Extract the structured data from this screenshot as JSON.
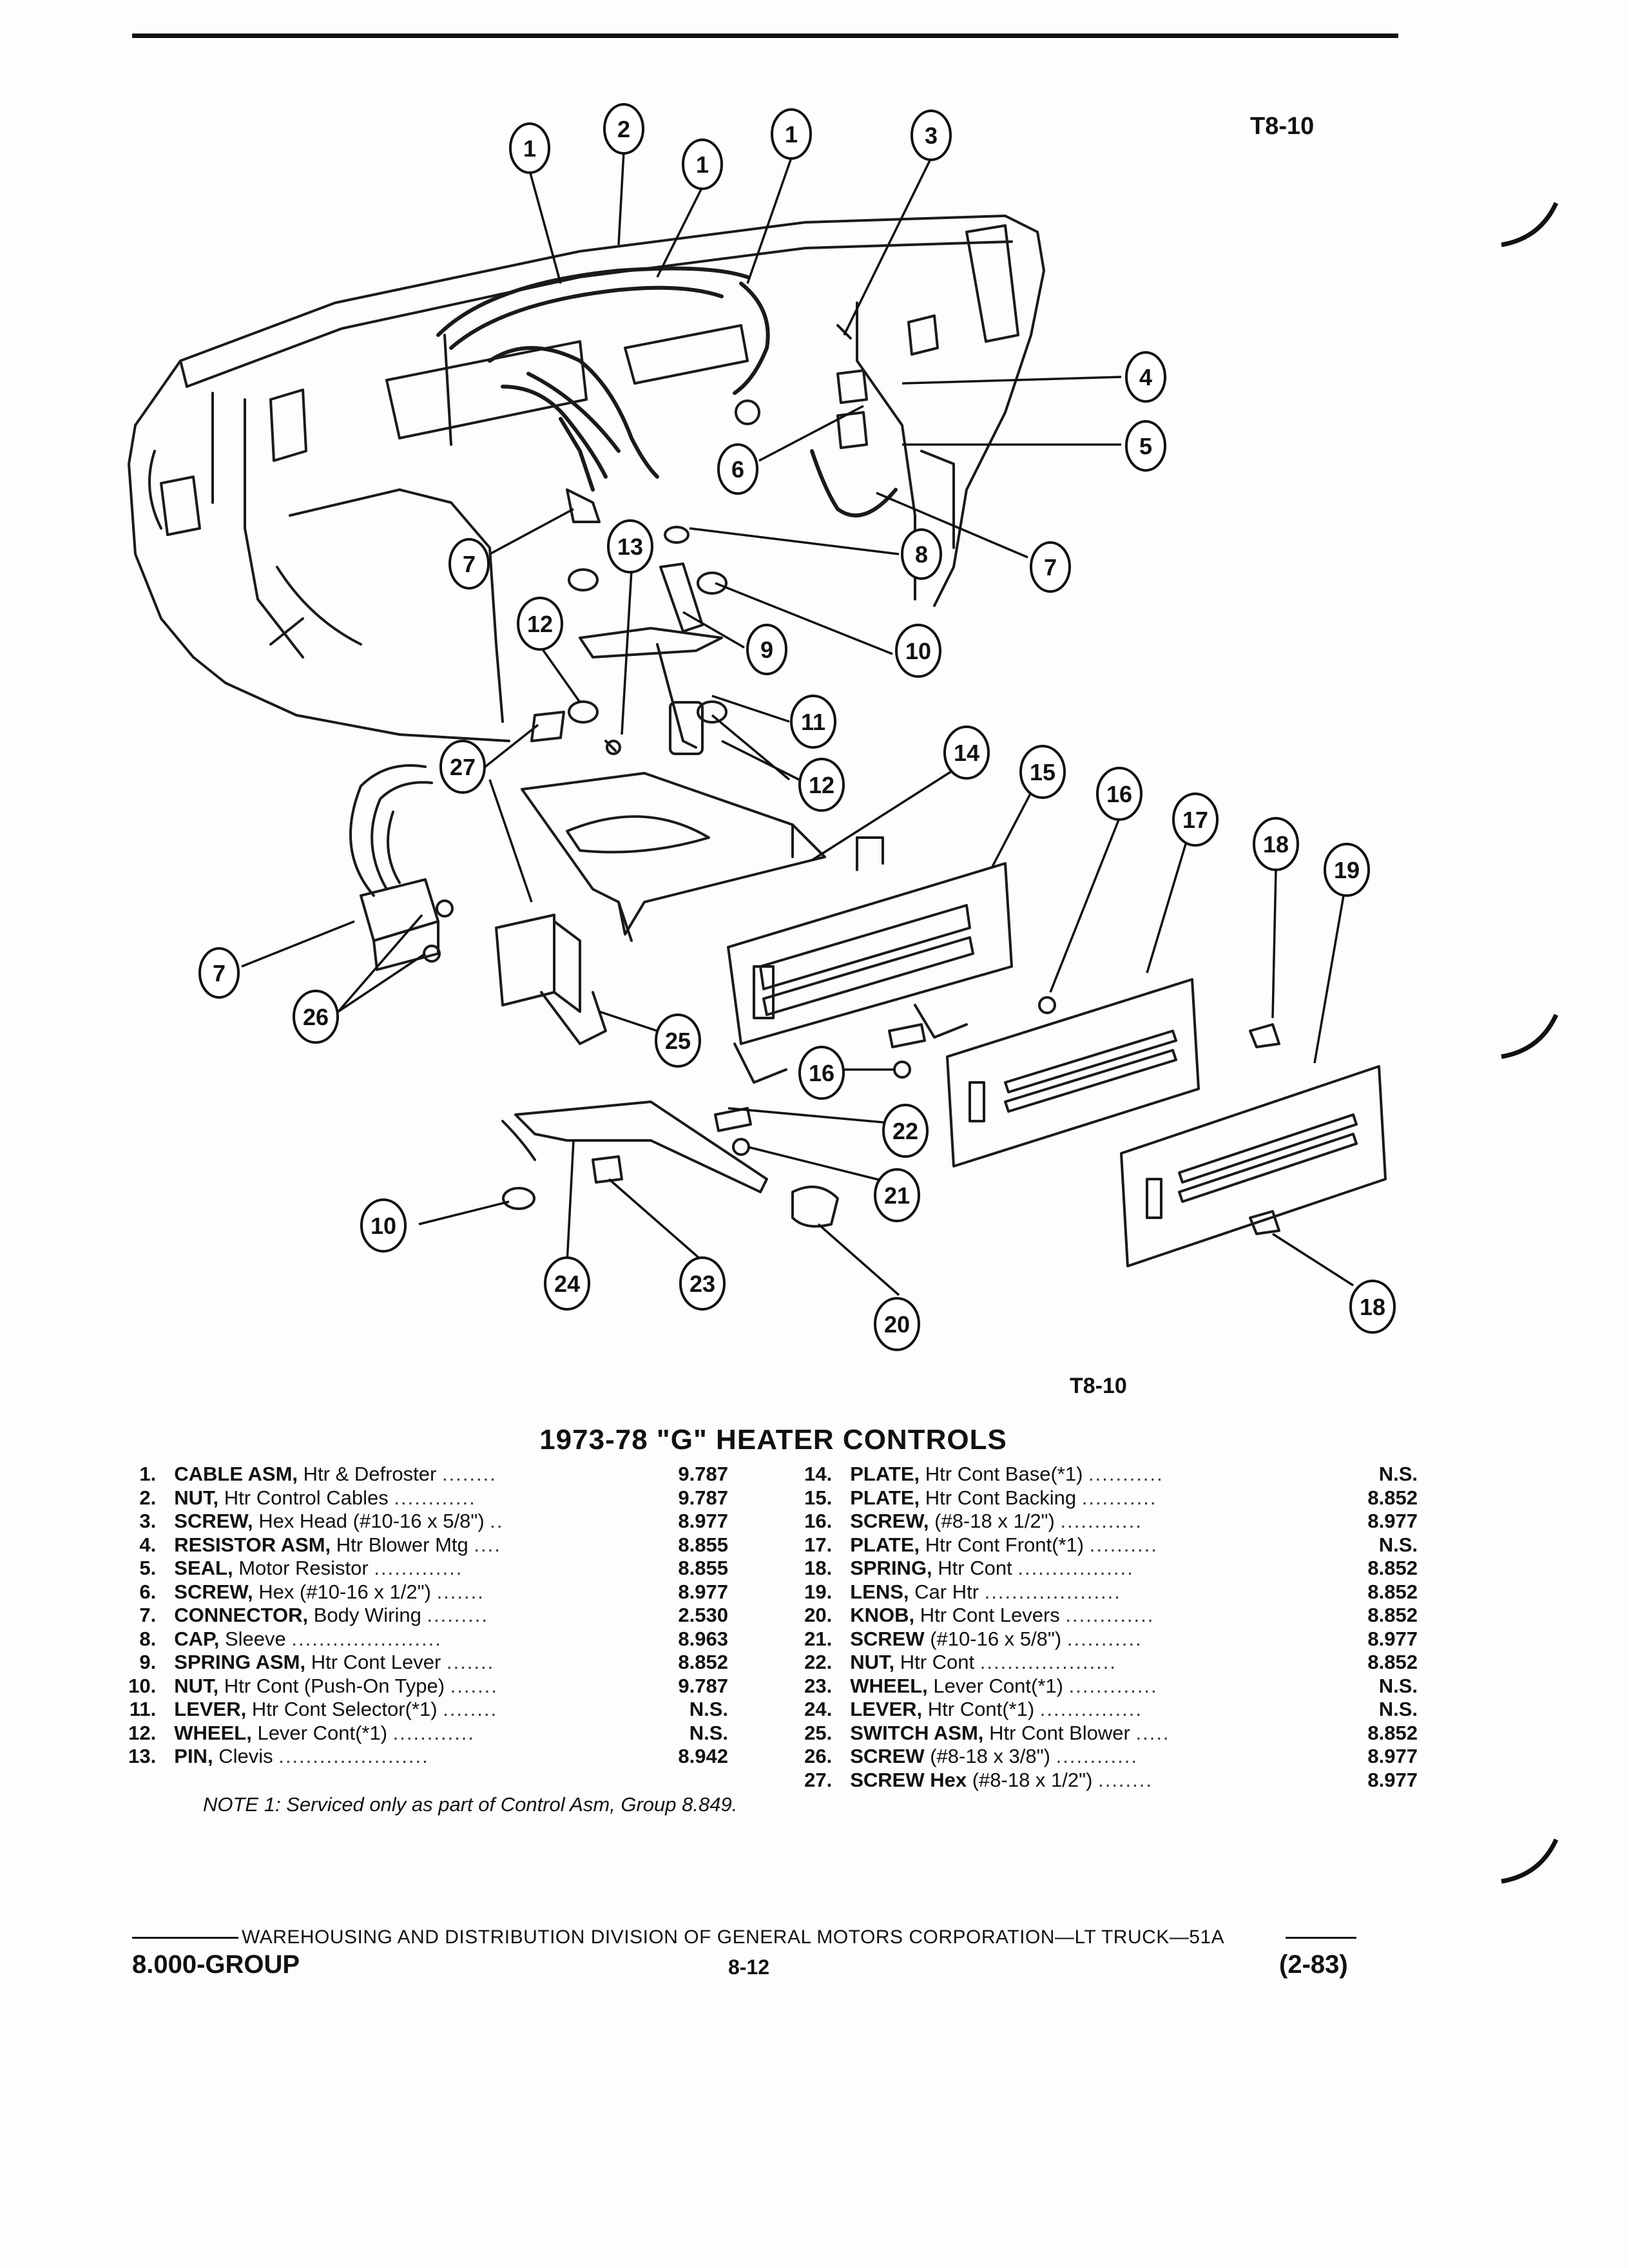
{
  "figure_ref": "T8-10",
  "title": "1973-78 \"G\" HEATER CONTROLS",
  "callouts": [
    {
      "label": "1"
    },
    {
      "label": "2"
    },
    {
      "label": "1"
    },
    {
      "label": "1"
    },
    {
      "label": "3"
    },
    {
      "label": "4"
    },
    {
      "label": "5"
    },
    {
      "label": "6"
    },
    {
      "label": "7"
    },
    {
      "label": "13"
    },
    {
      "label": "8"
    },
    {
      "label": "7"
    },
    {
      "label": "12"
    },
    {
      "label": "9"
    },
    {
      "label": "10"
    },
    {
      "label": "11"
    },
    {
      "label": "27"
    },
    {
      "label": "12"
    },
    {
      "label": "14"
    },
    {
      "label": "15"
    },
    {
      "label": "16"
    },
    {
      "label": "17"
    },
    {
      "label": "18"
    },
    {
      "label": "19"
    },
    {
      "label": "7"
    },
    {
      "label": "26"
    },
    {
      "label": "25"
    },
    {
      "label": "16"
    },
    {
      "label": "22"
    },
    {
      "label": "21"
    },
    {
      "label": "10"
    },
    {
      "label": "24"
    },
    {
      "label": "23"
    },
    {
      "label": "20"
    },
    {
      "label": "18"
    }
  ],
  "parts_left": [
    {
      "num": "1.",
      "name": "CABLE ASM,",
      "desc": "Htr & Defroster",
      "dots": "........",
      "code": "9.787"
    },
    {
      "num": "2.",
      "name": "NUT,",
      "desc": "Htr Control Cables",
      "dots": "............",
      "code": "9.787"
    },
    {
      "num": "3.",
      "name": "SCREW,",
      "desc": "Hex Head (#10-16 x 5/8\")",
      "dots": "..",
      "code": "8.977"
    },
    {
      "num": "4.",
      "name": "RESISTOR ASM,",
      "desc": "Htr Blower Mtg",
      "dots": "....",
      "code": "8.855"
    },
    {
      "num": "5.",
      "name": "SEAL,",
      "desc": "Motor Resistor",
      "dots": ".............",
      "code": "8.855"
    },
    {
      "num": "6.",
      "name": "SCREW,",
      "desc": "Hex (#10-16 x 1/2\")",
      "dots": ".......",
      "code": "8.977"
    },
    {
      "num": "7.",
      "name": "CONNECTOR,",
      "desc": "Body Wiring",
      "dots": ".........",
      "code": "2.530"
    },
    {
      "num": "8.",
      "name": "CAP,",
      "desc": "Sleeve",
      "dots": "......................",
      "code": "8.963"
    },
    {
      "num": "9.",
      "name": "SPRING ASM,",
      "desc": "Htr Cont Lever",
      "dots": ".......",
      "code": "8.852"
    },
    {
      "num": "10.",
      "name": "NUT,",
      "desc": "Htr Cont (Push-On Type)",
      "dots": ".......",
      "code": "9.787"
    },
    {
      "num": "11.",
      "name": "LEVER,",
      "desc": "Htr Cont Selector(*1)",
      "dots": "........",
      "code": "N.S."
    },
    {
      "num": "12.",
      "name": "WHEEL,",
      "desc": "Lever Cont(*1)",
      "dots": "............",
      "code": "N.S."
    },
    {
      "num": "13.",
      "name": "PIN,",
      "desc": "Clevis",
      "dots": "......................",
      "code": "8.942"
    }
  ],
  "parts_right": [
    {
      "num": "14.",
      "name": "PLATE,",
      "desc": "Htr Cont Base(*1)",
      "dots": "...........",
      "code": "N.S."
    },
    {
      "num": "15.",
      "name": "PLATE,",
      "desc": "Htr Cont Backing",
      "dots": "...........",
      "code": "8.852"
    },
    {
      "num": "16.",
      "name": "SCREW,",
      "desc": "(#8-18 x 1/2\")",
      "dots": "............",
      "code": "8.977"
    },
    {
      "num": "17.",
      "name": "PLATE,",
      "desc": "Htr Cont Front(*1)",
      "dots": "..........",
      "code": "N.S."
    },
    {
      "num": "18.",
      "name": "SPRING,",
      "desc": "Htr Cont",
      "dots": ".................",
      "code": "8.852"
    },
    {
      "num": "19.",
      "name": "LENS,",
      "desc": "Car Htr",
      "dots": "....................",
      "code": "8.852"
    },
    {
      "num": "20.",
      "name": "KNOB,",
      "desc": "Htr Cont Levers",
      "dots": ".............",
      "code": "8.852"
    },
    {
      "num": "21.",
      "name": "SCREW",
      "desc": "(#10-16 x 5/8\")",
      "dots": "...........",
      "code": "8.977"
    },
    {
      "num": "22.",
      "name": "NUT,",
      "desc": "Htr Cont",
      "dots": "....................",
      "code": "8.852"
    },
    {
      "num": "23.",
      "name": "WHEEL,",
      "desc": "Lever Cont(*1)",
      "dots": ".............",
      "code": "N.S."
    },
    {
      "num": "24.",
      "name": "LEVER,",
      "desc": "Htr Cont(*1)",
      "dots": "...............",
      "code": "N.S."
    },
    {
      "num": "25.",
      "name": "SWITCH ASM,",
      "desc": "Htr Cont Blower",
      "dots": ".....",
      "code": "8.852"
    },
    {
      "num": "26.",
      "name": "SCREW",
      "desc": "(#8-18 x 3/8\")",
      "dots": "............",
      "code": "8.977"
    },
    {
      "num": "27.",
      "name": "SCREW Hex",
      "desc": "(#8-18 x 1/2\")",
      "dots": "........",
      "code": "8.977"
    }
  ],
  "note": "NOTE 1: Serviced only as part of Control Asm, Group 8.849.",
  "footer": {
    "line": "WAREHOUSING AND DISTRIBUTION  DIVISION OF GENERAL MOTORS CORPORATION—LT TRUCK—51A",
    "group": "8.000-GROUP",
    "page": "8-12",
    "date": "(2-83)"
  }
}
